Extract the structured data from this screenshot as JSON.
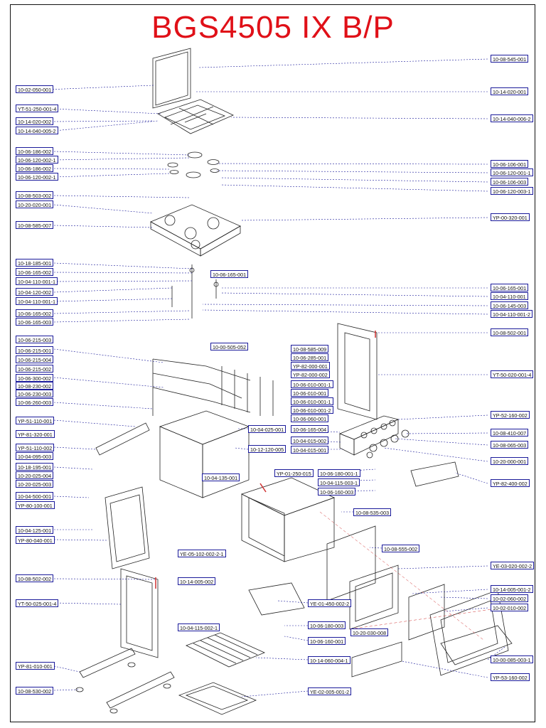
{
  "title": "BGS4505 IX B/P",
  "parts": {
    "l01": "10-02-050-001",
    "l02": "YT-51-250-001-4",
    "l03": "10-14-020-002",
    "l04": "10-14-040-005-2",
    "l05": "10-06-186-002",
    "l06": "10-06-120-002-1",
    "l07": "10-06-186-002",
    "l08": "10-06-120-002-1",
    "l09": "10-08-503-002",
    "l10": "10-20-020-001",
    "l11": "10-08-585-007",
    "l12": "10-18-185-001",
    "l13": "10-06-165-002",
    "l14": "10-04-110-001-1",
    "l15": "10-04-120-002",
    "l16": "10-04-110-001-1",
    "l17": "10-06-165-002",
    "l18": "10-06-165-003",
    "l19": "10-06-215-003",
    "l20": "10-06-215-001",
    "l21": "10-06-215-004",
    "l22": "10-06-215-002",
    "l23": "10-06-300-002",
    "l24": "10-08-230-002",
    "l25": "10-06-230-003",
    "l26": "10-06-260-003",
    "l27": "YP-51-110-001",
    "l28": "YP-81-320-001",
    "l29": "YP-51-110-002",
    "l30": "10-04-095-003",
    "l31": "10-18-195-001",
    "l32": "10-20-025-004",
    "l33": "10-20-025-003",
    "l34": "10-04-500-001",
    "l35": "YP-80-100-001",
    "l36": "10-04-125-001",
    "l37": "YP-80-040-001",
    "l38": "10-08-502-002",
    "l39": "YT-50-025-001-4",
    "l40": "YP-81-010-001",
    "l41": "10-08-530-002",
    "r01": "10-08-545-001",
    "r02": "10-14-020-001",
    "r03": "10-14-040-006-2",
    "r04": "10-06-106-001",
    "r05": "10-06-120-001-1",
    "r06": "10-06-106-003",
    "r07": "10-06-120-003-1",
    "r08": "YP-00-320-001",
    "r09": "10-06-165-001",
    "r10": "10-04-110-001",
    "r11": "10-06-145-003",
    "r12": "10-04-110-001-2",
    "r13": "10-08-502-001",
    "r14": "YT-50-020-001-4",
    "r15": "YP-52-160-002",
    "r16": "10-08-410-007",
    "r17": "10-08-065-003",
    "r18": "10-20-000-001",
    "r19": "YP-82-400-002",
    "r20": "YE-03-020-002-2",
    "r21": "10-14-005-001-2",
    "r22": "10-02-060-002",
    "r23": "10-02-010-002",
    "r24": "10-00-085-003-1",
    "r25": "YP-53-160-002",
    "m01": "10-06-165-001",
    "m02": "10-00-505-052",
    "m03": "10-08-585-009",
    "m04": "10-06-285-001",
    "m05": "YP-82-000-001",
    "m06": "YP-82-000-002",
    "m07": "10-06-010-001-1",
    "m08": "10-06-010-001",
    "m09": "10-06-010-001-1",
    "m10": "10-06-010-001-2",
    "m11": "10-06-060-001",
    "m12": "10-04-025-001",
    "m13": "10-12-120-005",
    "m14": "10-06-165-004",
    "m15": "10-04-015-002",
    "m16": "10-04-015-001",
    "m17": "10-04-135-001",
    "m18": "YP-01-250-015",
    "m19": "10-06-180-001-1",
    "m20": "10-04-115-003-1",
    "m21": "10-06-160-003",
    "m22": "10-08-535-003",
    "m23": "10-08-555-002",
    "m24": "YE-05-102-002-2-1",
    "m25": "10-14-005-002",
    "m26": "YE-01-450-002-2",
    "m27": "10-04-115-002-1",
    "m28": "10-06-180-003",
    "m29": "10-06-160-001",
    "m30": "10-20-030-008",
    "m31": "10-14-060-004-1",
    "m32": "YE-02-005-001-2"
  }
}
